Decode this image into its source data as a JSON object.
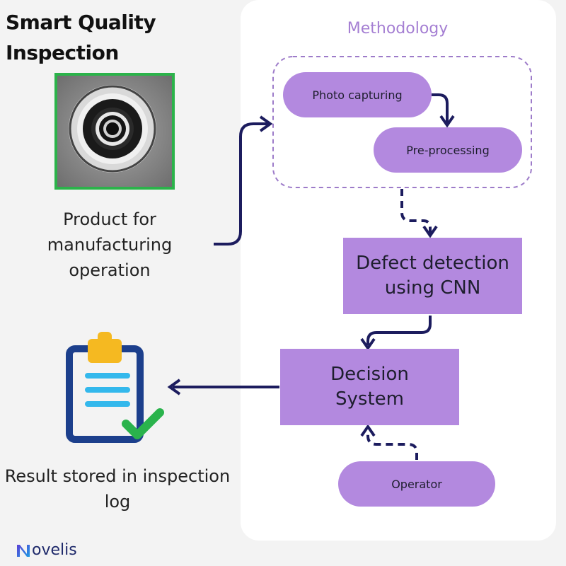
{
  "title": "Smart Quality Inspection",
  "product": {
    "label": "Product for manufacturing operation"
  },
  "methodology": {
    "title": "Methodology",
    "photo_capturing": "Photo capturing",
    "pre_processing": "Pre-processing"
  },
  "defect_detection": "Defect detection using CNN",
  "decision_system": "Decision System",
  "operator": "Operator",
  "result": {
    "label": "Result stored in inspection log"
  },
  "logo": {
    "text": "ovelis",
    "icon": "novelis-n-logo"
  },
  "colors": {
    "accent_purple": "#b389df",
    "arrow_navy": "#1c1c5e",
    "photo_border_green": "#2bb34a",
    "method_title": "#a57fd3",
    "clipboard_navy": "#1c3f8c",
    "clipboard_yellow": "#f5b921",
    "clipboard_lines": "#33b8ec",
    "check_green": "#2ab34c"
  }
}
